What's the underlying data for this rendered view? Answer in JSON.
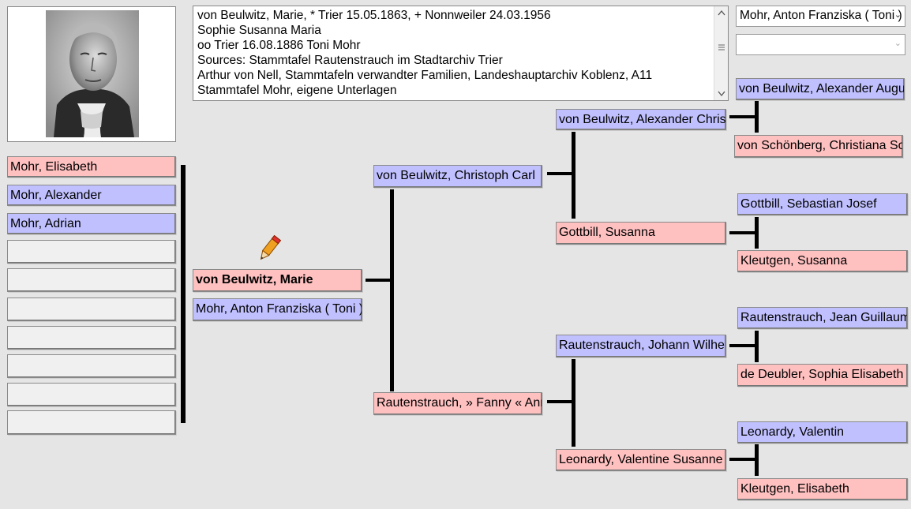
{
  "notes": {
    "lines": [
      "von Beulwitz, Marie, * Trier 15.05.1863, + Nonnweiler 24.03.1956",
      "Sophie Susanna Maria",
      "oo Trier 16.08.1886 Toni Mohr",
      "Sources: Stammtafel Rautenstrauch im Stadtarchiv Trier",
      "Arthur von Nell, Stammtafeln verwandter Familien, Landeshauptarchiv Koblenz, A11",
      "Stammtafel Mohr, eigene Unterlagen"
    ]
  },
  "selects": {
    "spouse": "Mohr, Anton Franziska ( Toni )",
    "second": ""
  },
  "children": [
    "Mohr, Elisabeth",
    "Mohr, Alexander",
    "Mohr, Adrian",
    "",
    "",
    "",
    "",
    "",
    "",
    ""
  ],
  "person": {
    "name": "von Beulwitz, Marie",
    "spouse": "Mohr, Anton Franziska ( Toni )"
  },
  "parents": {
    "father": "von Beulwitz, Christoph Carl",
    "mother": "Rautenstrauch, » Fanny « Anna"
  },
  "grandparents": {
    "ff": "von Beulwitz, Alexander Christoph",
    "fm": "Gottbill, Susanna",
    "mf": "Rautenstrauch, Johann Wilhelm",
    "mm": "Leonardy, Valentine Susanne"
  },
  "great_grandparents": {
    "fff": "von Beulwitz, Alexander August",
    "ffm": "von Schönberg, Christiana Sophie",
    "fmf": "Gottbill, Sebastian Josef",
    "fmm": "Kleutgen, Susanna",
    "mff": "Rautenstrauch, Jean Guillaume",
    "mfm": "de Deubler, Sophia Elisabeth",
    "mmf": "Leonardy, Valentin",
    "mmm": "Kleutgen, Elisabeth"
  },
  "icons": {
    "edit": "pencil-icon",
    "photo": "portrait-photo"
  },
  "colors": {
    "female": "#ffc0c0",
    "male": "#c0c0ff",
    "empty": "#f0f0f0",
    "background": "#e5e5e5"
  }
}
